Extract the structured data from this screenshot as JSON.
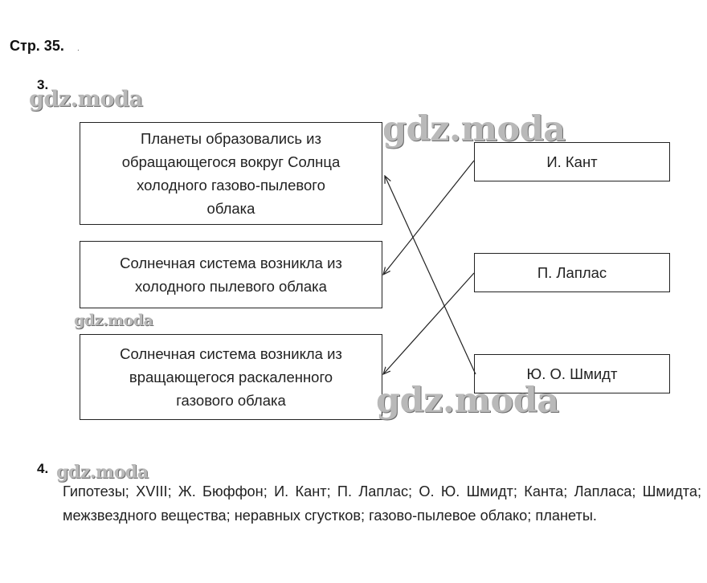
{
  "page": {
    "title": "Стр. 35."
  },
  "task3": {
    "number": "3.",
    "left_boxes": [
      {
        "lines": [
          "Планеты образовались из",
          "обращающегося вокруг Солнца",
          "холодного газово-пылевого",
          "облака"
        ]
      },
      {
        "lines": [
          "Солнечная система возникла из",
          "холодного пылевого облака"
        ]
      },
      {
        "lines": [
          "Солнечная система возникла из",
          "вращающегося раскаленного",
          "газового облака"
        ]
      }
    ],
    "right_boxes": [
      {
        "label": "И. Кант"
      },
      {
        "label": "П. Лаплас"
      },
      {
        "label": "Ю. О. Шмидт"
      }
    ]
  },
  "task4": {
    "number": "4.",
    "answer": "Гипотезы; XVIII; Ж. Бюффон; И. Кант; П. Лаплас; О. Ю. Шмидт; Канта; Лапласа; Шмидта; межзвездного вещества; неравных сгустков; газово-пылевое облако; планеты."
  },
  "watermark": {
    "text": "gdz.moda"
  }
}
